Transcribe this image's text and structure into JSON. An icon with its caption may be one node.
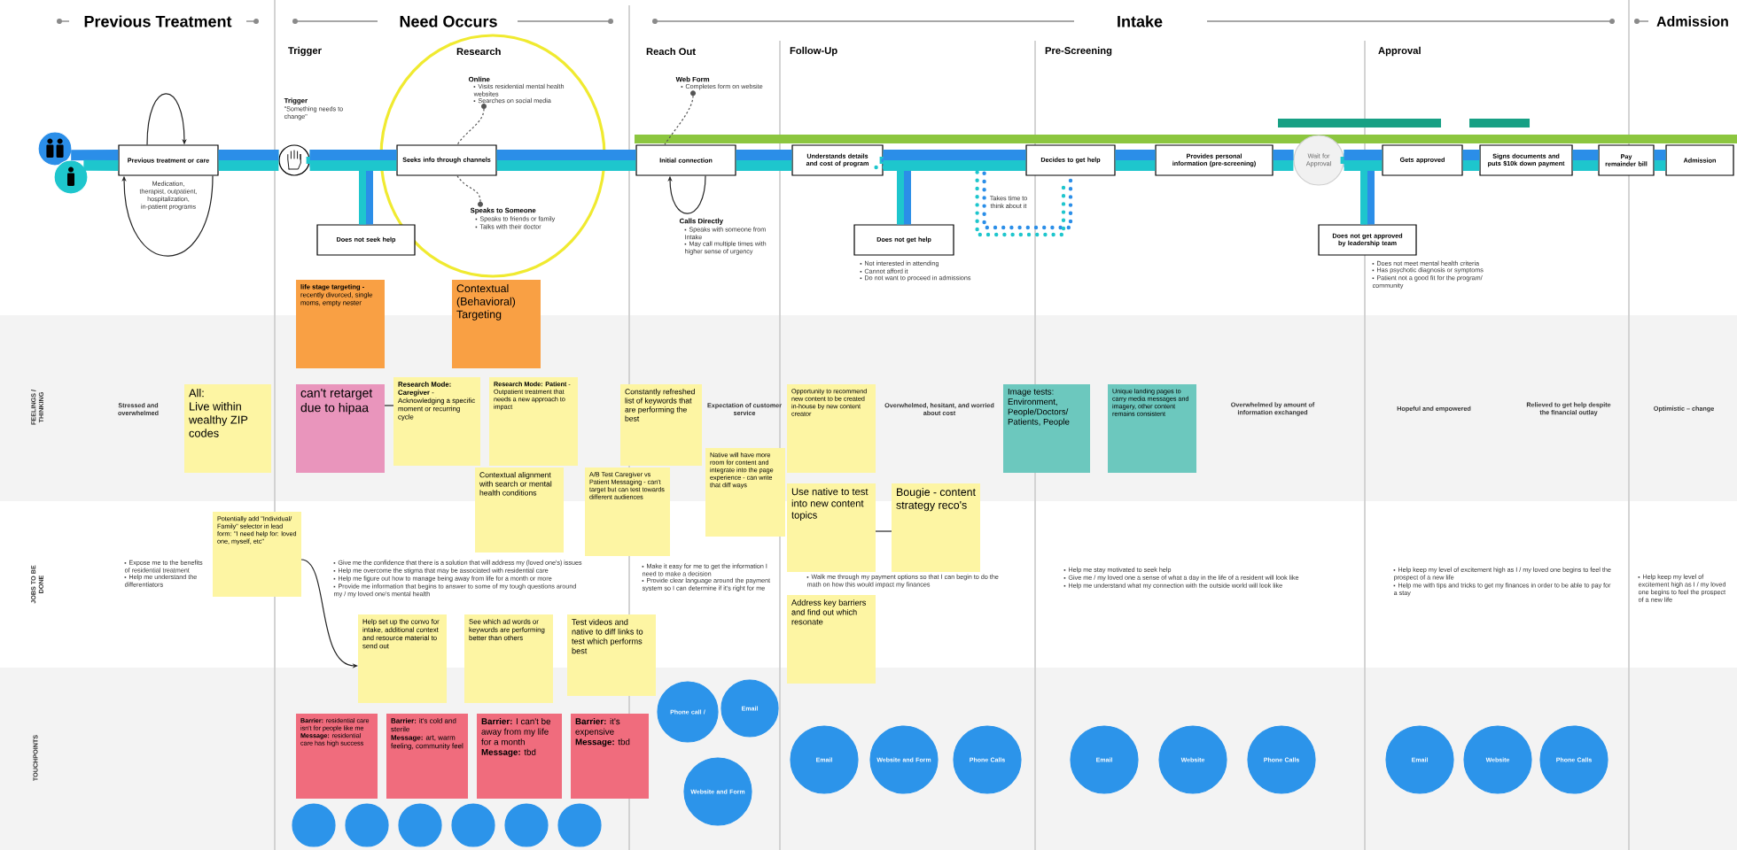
{
  "diagram": {
    "nodes": [
      {
        "text": [],
        "shape": "circle"
      },
      {
        "text": [],
        "shape": "circle"
      },
      {
        "text": [
          "Previous treatment or care"
        ],
        "beside": [
          "Medication, therapist, outpatient, hospitalization, in-patient programs"
        ]
      },
      {
        "text": [],
        "shape": "circle",
        "beside": [
          "Trigger",
          "\"Something needs to change\""
        ]
      },
      {
        "text": [
          "Online",
          "Visits residential mental health websites",
          "Searches on social media"
        ]
      },
      {
        "text": [
          "Seeks info through channels"
        ]
      },
      {
        "text": [
          "Speaks to Someone",
          "Speaks to friends or family",
          "Talks with their doctor"
        ]
      },
      {
        "text": [
          "Does not seek help"
        ]
      },
      {
        "text": [
          "Web Form",
          "Completes form on website"
        ]
      },
      {
        "text": [
          "Initial connection"
        ],
        "beside": [
          "Calls Directly",
          "Speaks with someone from Intake",
          "May call multiple times with higher sense of urgency"
        ]
      },
      {
        "text": [
          "Understands details and cost of program"
        ]
      },
      {
        "text": [
          "Does not get help"
        ],
        "beside": [
          "Not interested in attending",
          "Cannot afford it",
          "Do not want to proceed in admissions"
        ]
      },
      {
        "text": [
          "Decides to get help"
        ]
      },
      {
        "text": [
          "Provides personal information (pre-screening)"
        ]
      },
      {
        "text": [
          "Wait for Approval"
        ]
      },
      {
        "text": [
          "Does not get approved by leadership team"
        ],
        "beside": [
          "Does not meet mental health criteria",
          "Has psychotic diagnosis or symptoms",
          "Patient not a good fit for the program/community"
        ]
      },
      {
        "text": [
          "Gets approved"
        ]
      },
      {
        "text": [
          "Signs documents and puts $10k down payment"
        ]
      },
      {
        "text": [
          "Pay remainder bill"
        ]
      },
      {
        "text": [
          "Admission"
        ]
      },
      {
        "text": [
          "FEELINGS / THINKING"
        ]
      },
      {
        "text": [
          "**life stage targeting -** recently divorced, single moms, empty nester"
        ]
      },
      {
        "text": [
          "Contextual (Behavioral) Targeting"
        ]
      },
      {
        "text": [
          "All:",
          "Live within wealthy ZIP codes"
        ],
        "in": 20
      },
      {
        "text": [
          "can't retarget due to hipaa"
        ],
        "in": 20
      },
      {
        "text": [
          "**Research Mode: Caregiver** - Acknowledging a specific moment or recurring cycle"
        ],
        "in": 20
      },
      {
        "text": [
          "**Research Mode: Patient** - Outpatient treatment that needs a new approach to impact"
        ],
        "in": 20
      },
      {
        "text": [
          "Constantly refreshed list of keywords that are performing the best"
        ],
        "in": 20
      },
      {
        "text": [
          "Opportunity to recommend new content to be created in-house by new content creator"
        ],
        "in": 20
      },
      {
        "text": [
          "Image tests: Environment, People/Doctors/Patients, People"
        ],
        "in": 20
      },
      {
        "text": [
          "Unique landing pages to carry media messages and imagery, other content remains consistent"
        ],
        "in": 20
      },
      {
        "text": [
          "Contextual alignment with search or mental health conditions"
        ]
      },
      {
        "text": [
          "A/B Test Caregiver vs Patient Messaging - can't target but can test towards different audiences"
        ]
      },
      {
        "text": [
          "Native will have more room for content and integrate into the page experience - can write that diff ways"
        ]
      },
      {
        "text": [
          "Potentially add \"Individual/Family\" selector in lead form: \"I need help for: loved one, myself, etc\""
        ]
      },
      {
        "text": [
          "Use native to test into new content topics"
        ]
      },
      {
        "text": [
          "Bougie - content strategy reco's"
        ]
      },
      {
        "text": [
          "Help set up the convo for intake, additional context and resource material to send out"
        ]
      },
      {
        "text": [
          "See which ad words or keywords are performing better than others"
        ]
      },
      {
        "text": [
          "Test videos and native to diff links to test which performs best"
        ]
      },
      {
        "text": [
          "Address key barriers and find out which resonate"
        ]
      },
      {
        "text": [
          "TOUCHPOINTS"
        ]
      },
      {
        "text": [],
        "shape": "circle",
        "in": 41
      },
      {
        "text": [],
        "shape": "circle",
        "in": 41
      },
      {
        "text": [],
        "shape": "circle",
        "in": 41
      },
      {
        "text": [],
        "shape": "circle",
        "in": 41
      },
      {
        "text": [],
        "shape": "circle",
        "in": 41
      },
      {
        "text": [],
        "shape": "circle",
        "in": 41
      },
      {
        "text": [
          "Phone call /"
        ],
        "in": 41
      },
      {
        "text": [
          "Email"
        ],
        "in": 41
      },
      {
        "text": [
          "Website and Form"
        ],
        "in": 41
      },
      {
        "text": [
          "**Barrier:** residential care isn't for people like me",
          "**Message:** residential care has high success"
        ],
        "in": 41
      },
      {
        "text": [
          "**Barrier:** it's cold and sterile",
          "**Message:** art, warm feeling, community feel"
        ],
        "in": 41
      },
      {
        "text": [
          "**Barrier:** I can't be away from my life for a month",
          "**Message:** tbd"
        ],
        "in": 41
      },
      {
        "text": [
          "**Barrier:** it's expensive",
          "**Message:** tbd"
        ],
        "in": 41
      },
      {
        "text": [
          "Email"
        ],
        "in": 41
      },
      {
        "text": [
          "Website and Form"
        ],
        "in": 41
      },
      {
        "text": [
          "Phone Calls"
        ],
        "in": 41
      },
      {
        "text": [
          "Email"
        ],
        "in": 41
      },
      {
        "text": [
          "Website"
        ],
        "in": 41
      },
      {
        "text": [
          "Phone Calls"
        ],
        "in": 41
      },
      {
        "text": [
          "Email"
        ],
        "in": 41
      },
      {
        "text": [
          "Website"
        ],
        "in": 41
      },
      {
        "text": [
          "Phone Calls"
        ],
        "in": 41
      }
    ],
    "edges": [
      {
        "from": 0,
        "to": 2,
        "arrow": "none",
        "color": "#2b8ee8"
      },
      {
        "from": 1,
        "to": 2,
        "arrow": "none",
        "color": "#1ec6cd"
      },
      {
        "from": 2,
        "to": 3,
        "arrow": "none"
      },
      {
        "from": 3,
        "to": 5,
        "arrow": "none"
      },
      {
        "from": 5,
        "to": 9,
        "arrow": "none"
      },
      {
        "from": 9,
        "to": 10,
        "arrow": "none"
      },
      {
        "from": 10,
        "to": 12,
        "arrow": "none"
      },
      {
        "from": 12,
        "to": 13,
        "arrow": "none"
      },
      {
        "from": 13,
        "to": 14,
        "arrow": "none"
      },
      {
        "from": 14,
        "to": 16,
        "arrow": "none"
      },
      {
        "from": 16,
        "to": 17,
        "arrow": "none"
      },
      {
        "from": 17,
        "to": 18,
        "arrow": "none"
      },
      {
        "from": 18,
        "to": 19,
        "arrow": "none"
      },
      {
        "from": 3,
        "to": 7,
        "arrow": "none"
      },
      {
        "from": 10,
        "to": 11,
        "arrow": "none"
      },
      {
        "from": 14,
        "to": 15,
        "arrow": "none"
      },
      {
        "from": 2,
        "to": 2,
        "arrow": "to",
        "color": "#222222"
      },
      {
        "from": 2,
        "to": 2,
        "arrow": "to",
        "color": "#222222"
      },
      {
        "from": 9,
        "to": 9,
        "arrow": "to",
        "color": "#222222"
      },
      {
        "from": 4,
        "to": 5,
        "arrow": "none",
        "style": "dashed",
        "color": "#555555"
      },
      {
        "from": 6,
        "to": 5,
        "arrow": "none",
        "style": "dashed",
        "color": "#555555"
      },
      {
        "from": 8,
        "to": 9,
        "arrow": "none",
        "style": "dashed",
        "color": "#555555"
      },
      {
        "from": 10,
        "to": 12,
        "arrow": "none",
        "style": "dashed",
        "label": "Takes time to think about it"
      },
      {
        "from": 24,
        "to": 25,
        "arrow": "none",
        "color": "#222222"
      },
      {
        "from": 34,
        "to": 37,
        "arrow": "to",
        "color": "#222222"
      },
      {
        "from": 35,
        "to": 36,
        "arrow": "none",
        "color": "#222222"
      }
    ],
    "labels": [
      "Previous Treatment",
      "Need Occurs",
      "Intake",
      "Admission",
      "Trigger",
      "Research",
      "Reach Out",
      "Follow-Up",
      "Pre-Screening",
      "Approval",
      "Stressed and overwhelmed",
      "Expectation of customer service",
      "Overwhelmed, hesitant, and worried about cost",
      "Overwhelmed by amount of information exchanged",
      "Hopeful and empowered",
      "Relieved to get help despite the financial outlay",
      "Optimistic – change",
      "JOBS TO BE DONE",
      "Expose me to the benefits of residential treatment",
      "Help me understand the differentiators",
      "Give me the confidence that there is a solution that will address my (loved one's) issues",
      "Help me overcome the stigma that may be associated with residential care",
      "Help me figure out how to manage being away from life for a month or more",
      "Provide me information that begins to answer to some of my tough questions around my / my loved one's mental health",
      "Make it easy for me to get the information I need to make a decision",
      "Provide clear language around the payment system so I can determine if it's right for me",
      "Walk me through my payment options so that I can begin to do the math on how this would impact my finances",
      "Help me stay motivated to seek help",
      "Give me / my loved one a sense of what a day in the life of a resident will look like",
      "Help me understand what my connection with the outside world will look like",
      "Help keep my level of excitement high as I / my loved one begins to feel the prospect of a new life",
      "Help me with tips and tricks to get my finances in order to be able to pay for a stay",
      "Help keep my level of excitement high as I / my loved one begins to feel the prospect of a new life"
    ]
  }
}
